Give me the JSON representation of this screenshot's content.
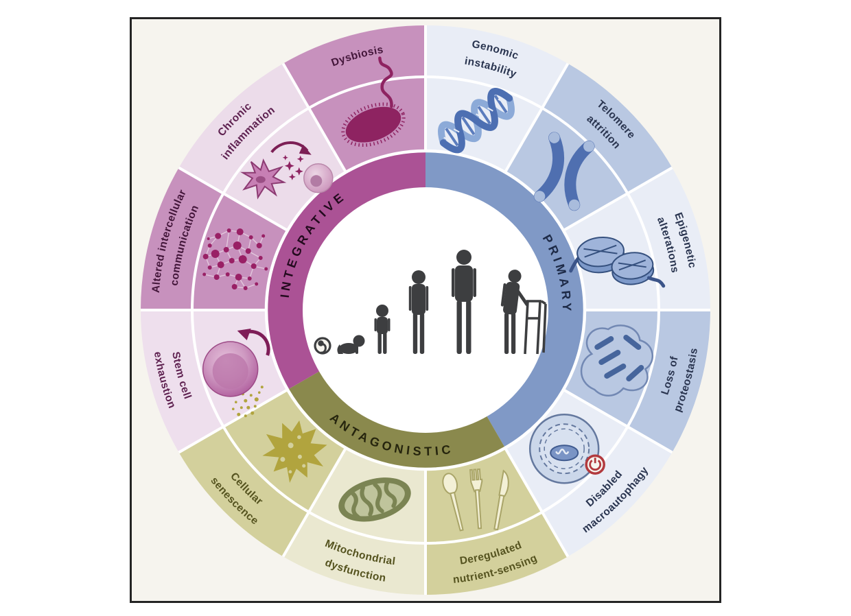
{
  "figure": {
    "background": "#f6f4ee",
    "border_color": "#242424",
    "categories": [
      {
        "id": "primary",
        "label": "PRIMARY",
        "color": "#8099c6",
        "text_color": "#1d2a47",
        "start": 0,
        "end": 150,
        "flip": false
      },
      {
        "id": "antagonistic",
        "label": "ANTAGONISTIC",
        "color": "#8a894d",
        "text_color": "#26250e",
        "start": 150,
        "end": 240,
        "flip": true
      },
      {
        "id": "integrative",
        "label": "INTEGRATIVE",
        "color": "#ab5295",
        "text_color": "#230a1e",
        "start": 240,
        "end": 360,
        "flip": false
      }
    ],
    "sectors": [
      {
        "id": "genomic-instability",
        "category": "primary",
        "lines": [
          "Genomic",
          "instability"
        ],
        "icon": "dna-icon",
        "fill": "#e9edf6",
        "text_color": "#2a3550",
        "flip": false
      },
      {
        "id": "telomere-attrition",
        "category": "primary",
        "lines": [
          "Telomere",
          "attrition"
        ],
        "icon": "chromosome-icon",
        "fill": "#b9c8e2",
        "text_color": "#2a3550",
        "flip": false
      },
      {
        "id": "epigenetic-alterations",
        "category": "primary",
        "lines": [
          "Epigenetic",
          "alterations"
        ],
        "icon": "nucleosome-icon",
        "fill": "#e9edf6",
        "text_color": "#2a3550",
        "flip": false
      },
      {
        "id": "loss-of-proteostasis",
        "category": "primary",
        "lines": [
          "Loss of",
          "proteostasis"
        ],
        "icon": "misfolded-protein-icon",
        "fill": "#b9c8e2",
        "text_color": "#2a3550",
        "flip": true
      },
      {
        "id": "disabled-macroautophagy",
        "category": "primary",
        "lines": [
          "Disabled",
          "macroautophagy"
        ],
        "icon": "autophagosome-icon",
        "fill": "#e9edf6",
        "text_color": "#2a3550",
        "flip": true
      },
      {
        "id": "deregulated-nutrient-sensing",
        "category": "antagonistic",
        "lines": [
          "Deregulated",
          "nutrient-sensing"
        ],
        "icon": "cutlery-icon",
        "fill": "#d3d09c",
        "text_color": "#55531f",
        "flip": true
      },
      {
        "id": "mitochondrial-dysfunction",
        "category": "antagonistic",
        "lines": [
          "Mitochondrial",
          "dysfunction"
        ],
        "icon": "mitochondrion-icon",
        "fill": "#eae8d0",
        "text_color": "#55531f",
        "flip": true
      },
      {
        "id": "cellular-senescence",
        "category": "antagonistic",
        "lines": [
          "Cellular",
          "senescence"
        ],
        "icon": "senescent-leaf-icon",
        "fill": "#d3d09c",
        "text_color": "#55531f",
        "flip": true
      },
      {
        "id": "stem-cell-exhaustion",
        "category": "integrative",
        "lines": [
          "Stem cell",
          "exhaustion"
        ],
        "icon": "stem-cell-icon",
        "fill": "#eedfed",
        "text_color": "#5e2150",
        "flip": true
      },
      {
        "id": "altered-intercellular-communication",
        "category": "integrative",
        "lines": [
          "Altered intercellular",
          "communication"
        ],
        "icon": "network-icon",
        "fill": "#c791bd",
        "text_color": "#43163a",
        "flip": false
      },
      {
        "id": "chronic-inflammation",
        "category": "integrative",
        "lines": [
          "Chronic",
          "inflammation"
        ],
        "icon": "inflammation-icon",
        "fill": "#ecdcea",
        "text_color": "#5e2150",
        "flip": false
      },
      {
        "id": "dysbiosis",
        "category": "integrative",
        "lines": [
          "Dysbiosis"
        ],
        "icon": "bacterium-icon",
        "fill": "#c791bd",
        "text_color": "#43163a",
        "flip": false
      }
    ],
    "center_figures": [
      "embryo",
      "crawling-infant",
      "toddler",
      "adolescent",
      "adult",
      "older-adult-with-walker"
    ],
    "silhouette_color": "#3d3e40",
    "accent_colors": {
      "blue_icon": "#4f6fb0",
      "olive_icon": "#7b8453",
      "magenta_icon": "#8e2361",
      "red_power": "#b23a3e",
      "separator": "#ffffff"
    }
  }
}
